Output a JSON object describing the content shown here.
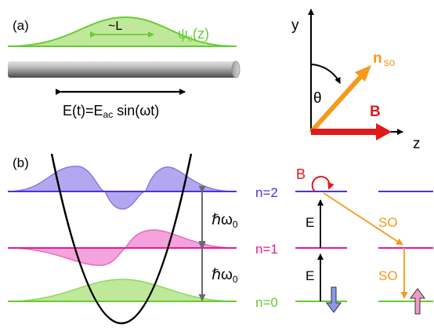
{
  "panel_a": {
    "label": "(a)",
    "wavefunction_label": "ψ",
    "wavefunction_sub": "0",
    "wavefunction_arg": "(z)",
    "width_label": "~L",
    "field_label_main": "E(t)=E",
    "field_label_sub": "ac",
    "field_label_tail": " sin(ωt)"
  },
  "axes": {
    "y_label": "y",
    "z_label": "z",
    "angle_label": "θ",
    "nso_main": "n",
    "nso_sub": "so",
    "b_label": "B"
  },
  "panel_b": {
    "label": "(b)",
    "spacing_labels": [
      "ℏω",
      "ℏω"
    ],
    "spacing_sub": "0",
    "levels": [
      "n=2",
      "n=1",
      "n=0"
    ],
    "b_loop_label": "B",
    "e_labels": [
      "E",
      "E"
    ],
    "so_labels": [
      "SO",
      "SO"
    ]
  },
  "colors": {
    "green": "#66cc33",
    "green_fill": "#bfe89a",
    "magenta": "#e8199a",
    "magenta_fill": "#f4a3dc",
    "blue": "#4a33e0",
    "blue_fill": "#b3a7ef",
    "orange": "#f59a1a",
    "red": "#e01a1a",
    "spin_down": "#8899ee",
    "spin_up": "#f09ac8"
  }
}
